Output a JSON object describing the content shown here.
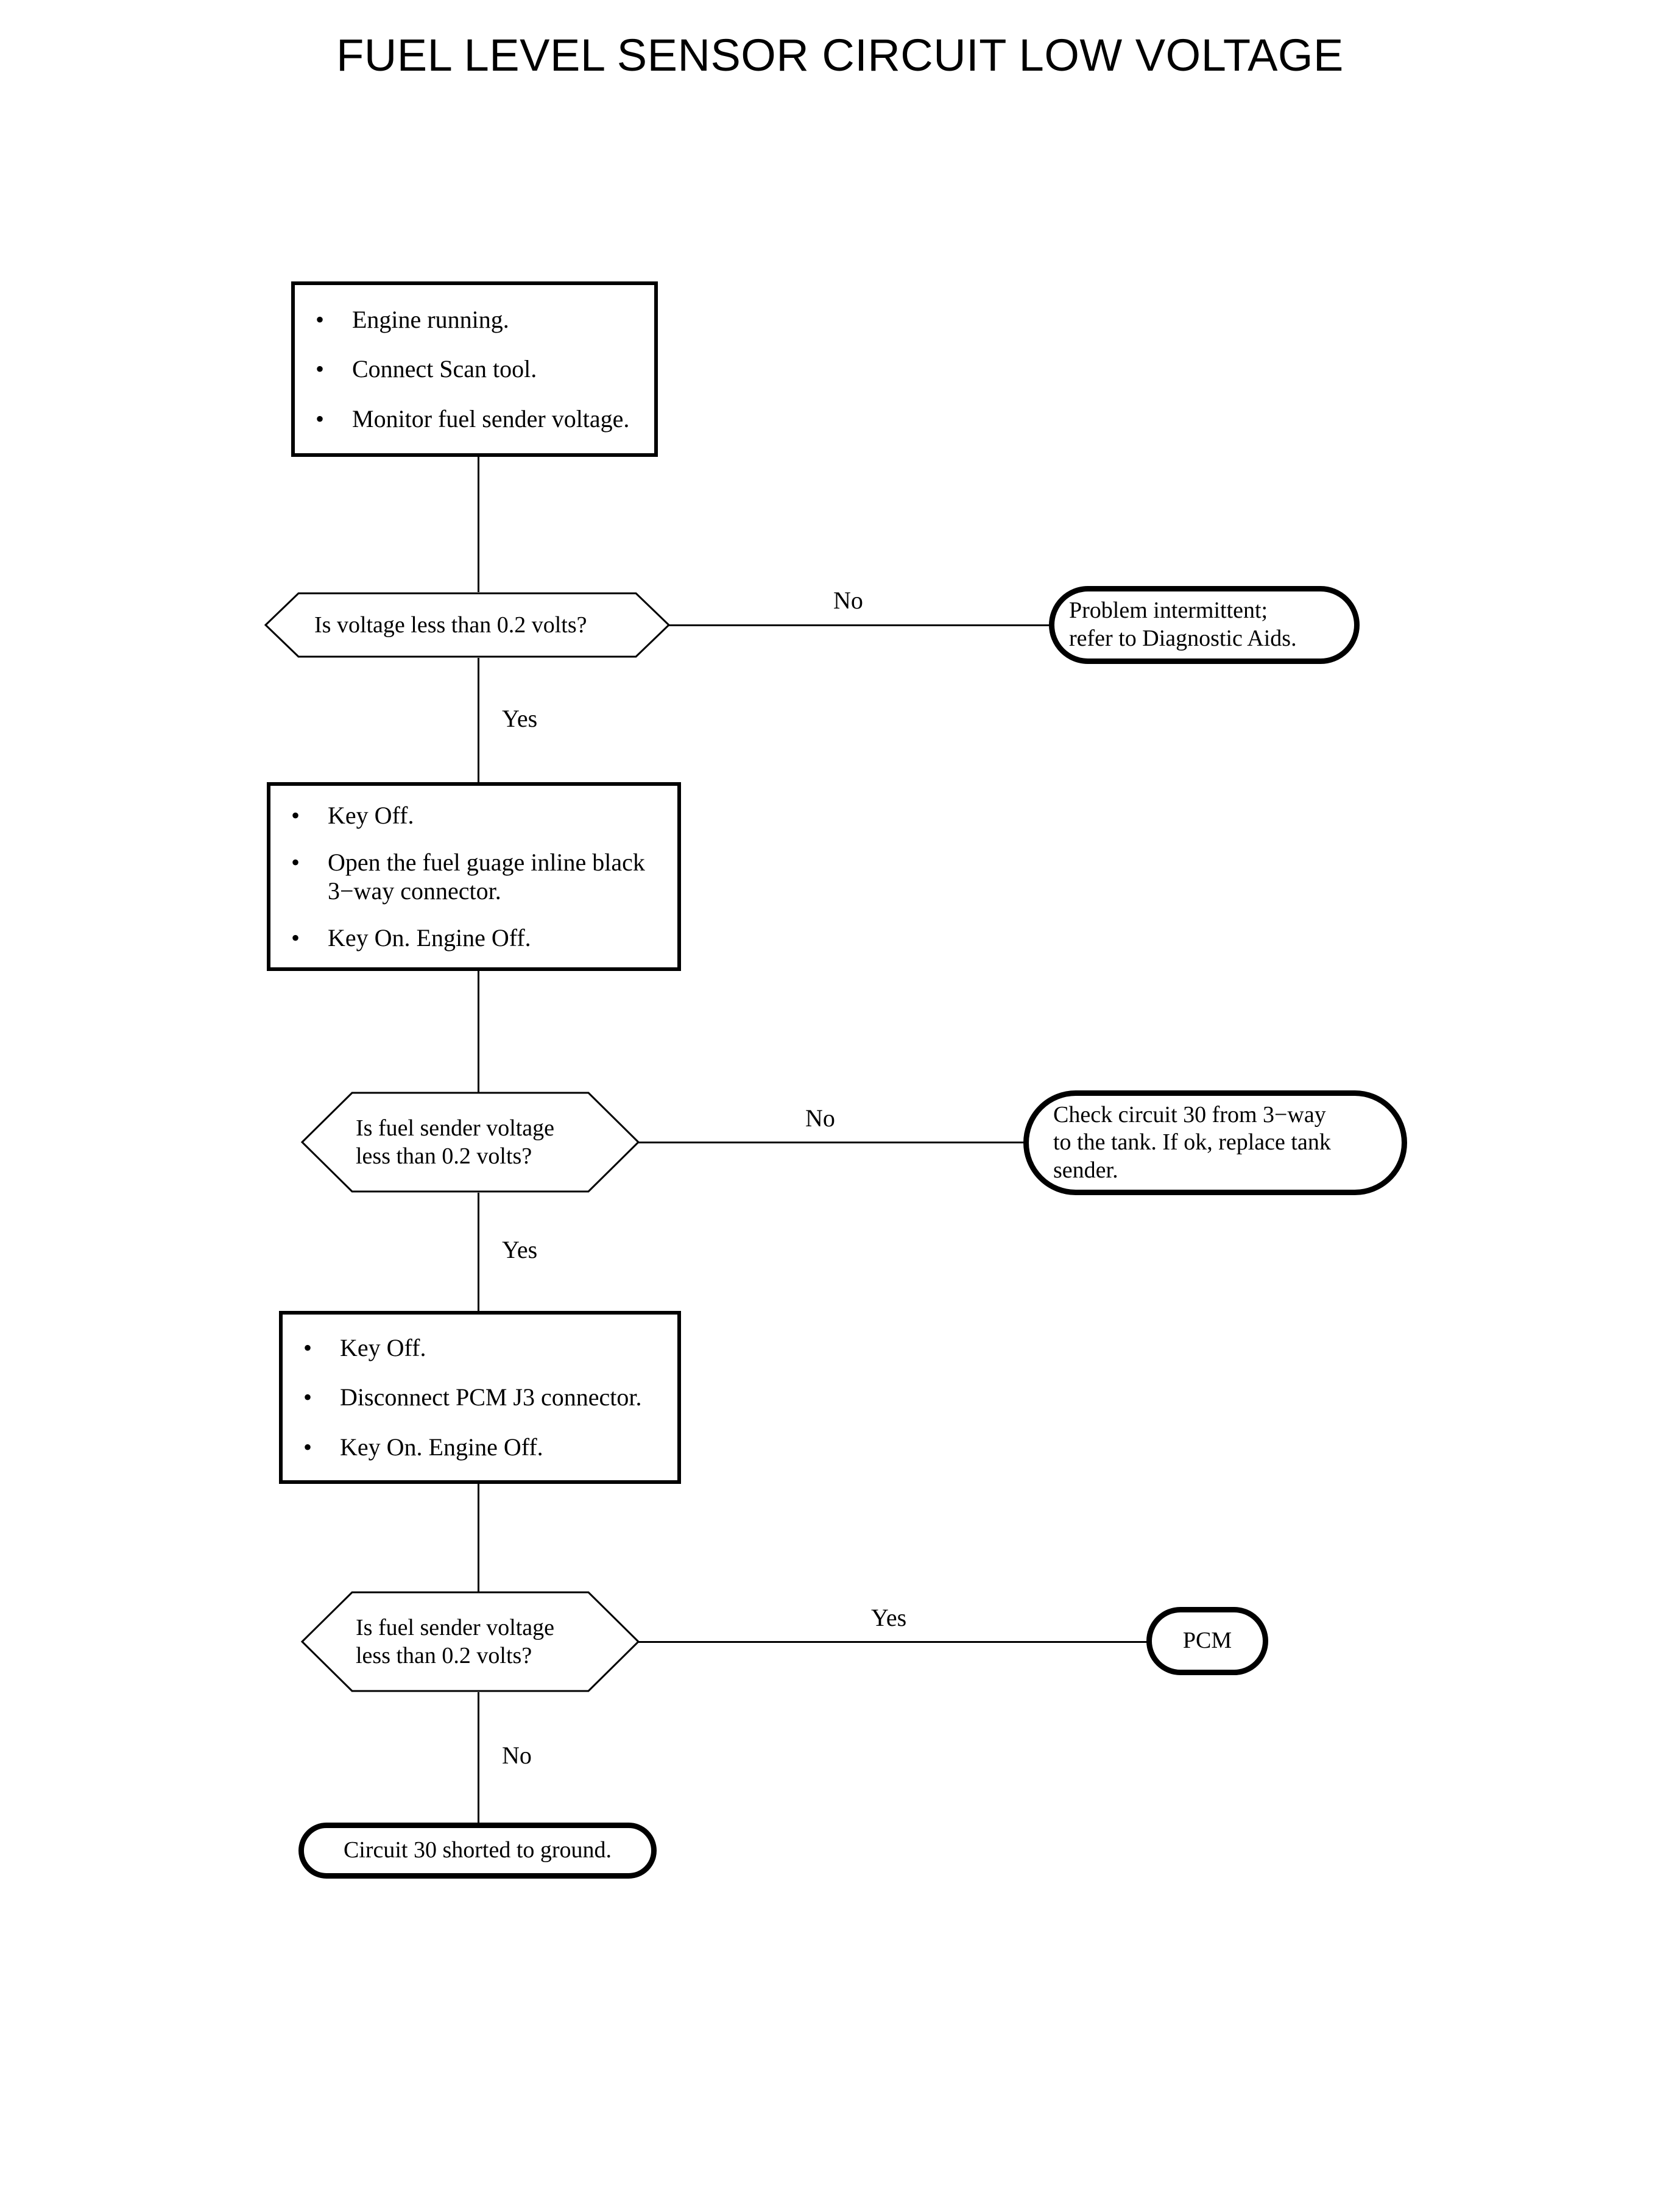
{
  "title": "FUEL LEVEL SENSOR CIRCUIT LOW VOLTAGE",
  "colors": {
    "ink": "#000000",
    "paper": "#ffffff"
  },
  "nodes": {
    "step1": {
      "type": "process",
      "bullet_glyph": "•",
      "items": [
        "Engine running.",
        "Connect Scan tool.",
        "Monitor fuel sender voltage."
      ]
    },
    "decision1": {
      "type": "decision",
      "text": "Is voltage less than 0.2 volts?"
    },
    "terminal1": {
      "type": "terminal",
      "lines": [
        "Problem intermittent;",
        "refer to Diagnostic Aids."
      ]
    },
    "step2": {
      "type": "process",
      "bullet_glyph": "•",
      "items": [
        "Key Off.",
        "Open the fuel guage inline black\n3−way connector.",
        "Key On. Engine Off."
      ]
    },
    "decision2": {
      "type": "decision",
      "line1": "Is fuel sender voltage",
      "line2": "less than 0.2 volts?"
    },
    "terminal2": {
      "type": "terminal",
      "lines": [
        "Check circuit 30 from 3−way",
        "to the tank. If ok, replace tank",
        "sender."
      ]
    },
    "step3": {
      "type": "process",
      "bullet_glyph": "•",
      "items": [
        "Key Off.",
        "Disconnect PCM J3 connector.",
        "Key On. Engine Off."
      ]
    },
    "decision3": {
      "type": "decision",
      "line1": "Is fuel sender voltage",
      "line2": "less than 0.2 volts?"
    },
    "terminal3": {
      "type": "terminal",
      "text": "PCM"
    },
    "terminal4": {
      "type": "terminal",
      "text": "Circuit 30 shorted to ground."
    }
  },
  "edges": {
    "d1_no": "No",
    "d1_yes": "Yes",
    "d2_no": "No",
    "d2_yes": "Yes",
    "d3_yes": "Yes",
    "d3_no": "No"
  }
}
